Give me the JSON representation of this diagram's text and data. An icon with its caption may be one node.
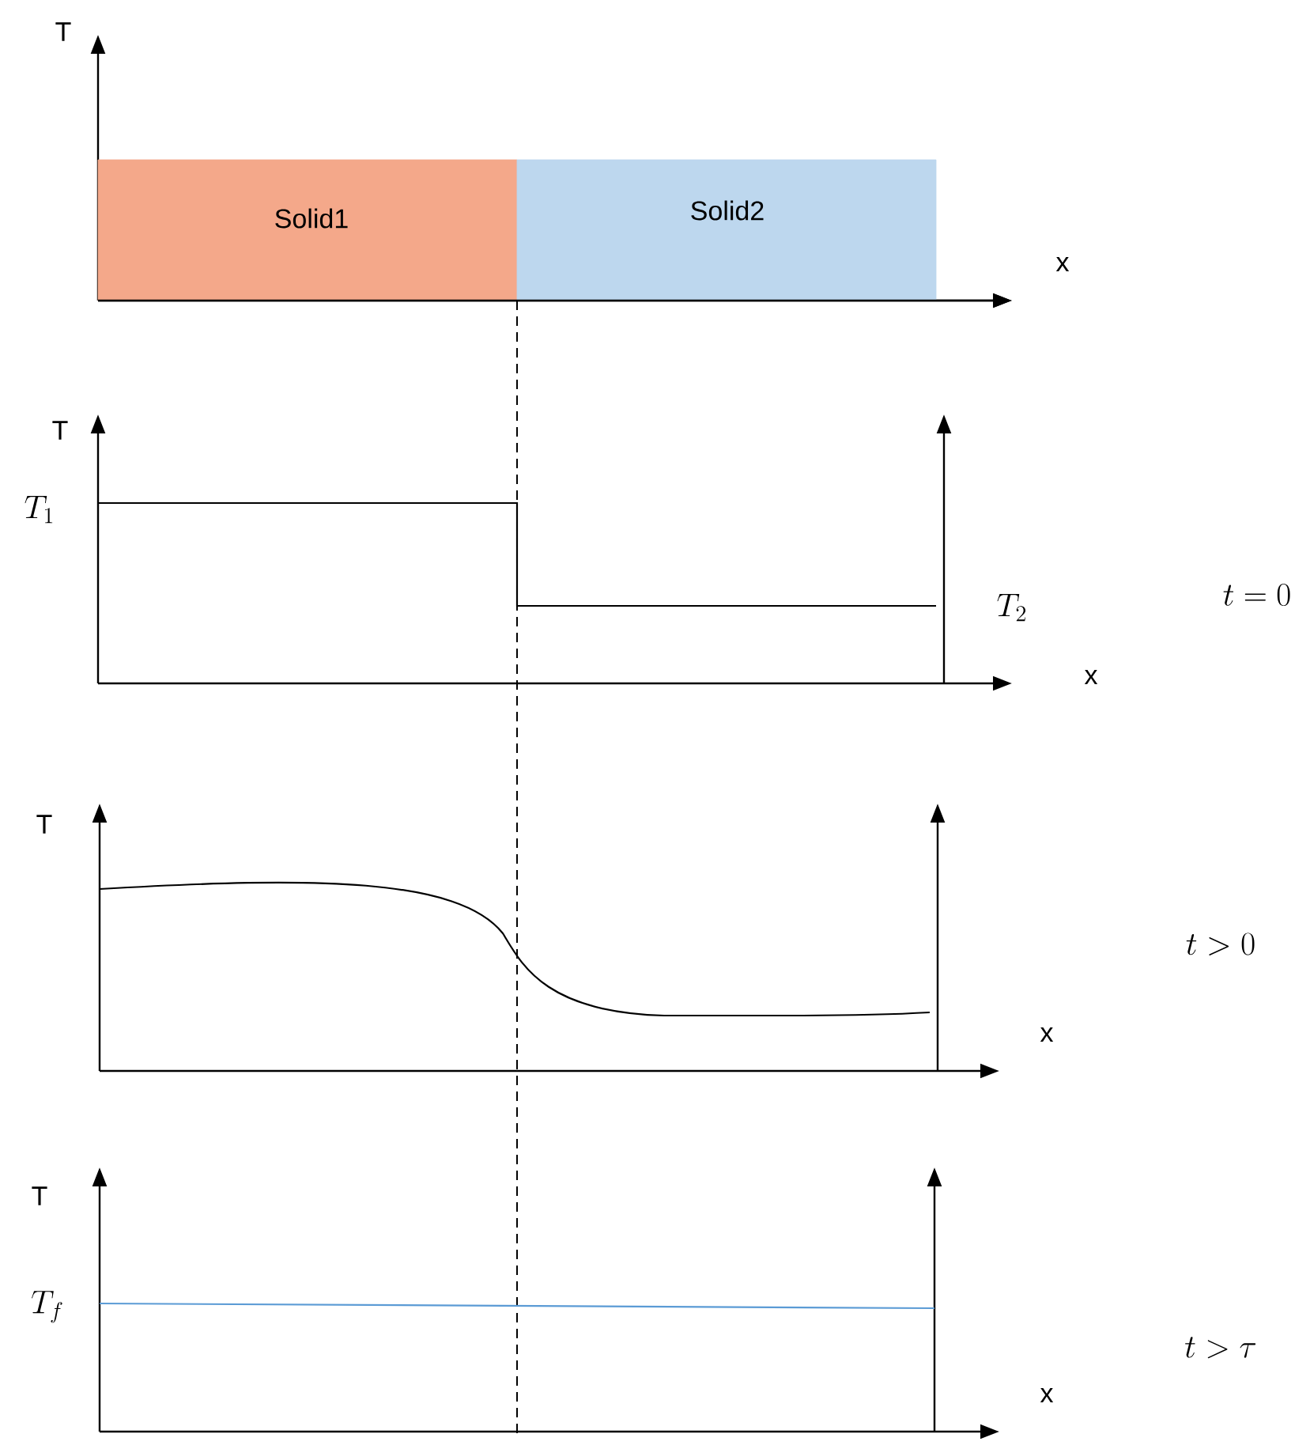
{
  "diagram": {
    "nodes": [
      {
        "text": [
          "Solid1"
        ]
      },
      {
        "text": [
          "Solid2"
        ]
      }
    ],
    "labels": [
      "T",
      "x",
      "T",
      "T_1",
      "T_2",
      "t = 0",
      "x",
      "T",
      "t > 0",
      "x",
      "T",
      "T_f",
      "t > \\tau",
      "x"
    ]
  }
}
